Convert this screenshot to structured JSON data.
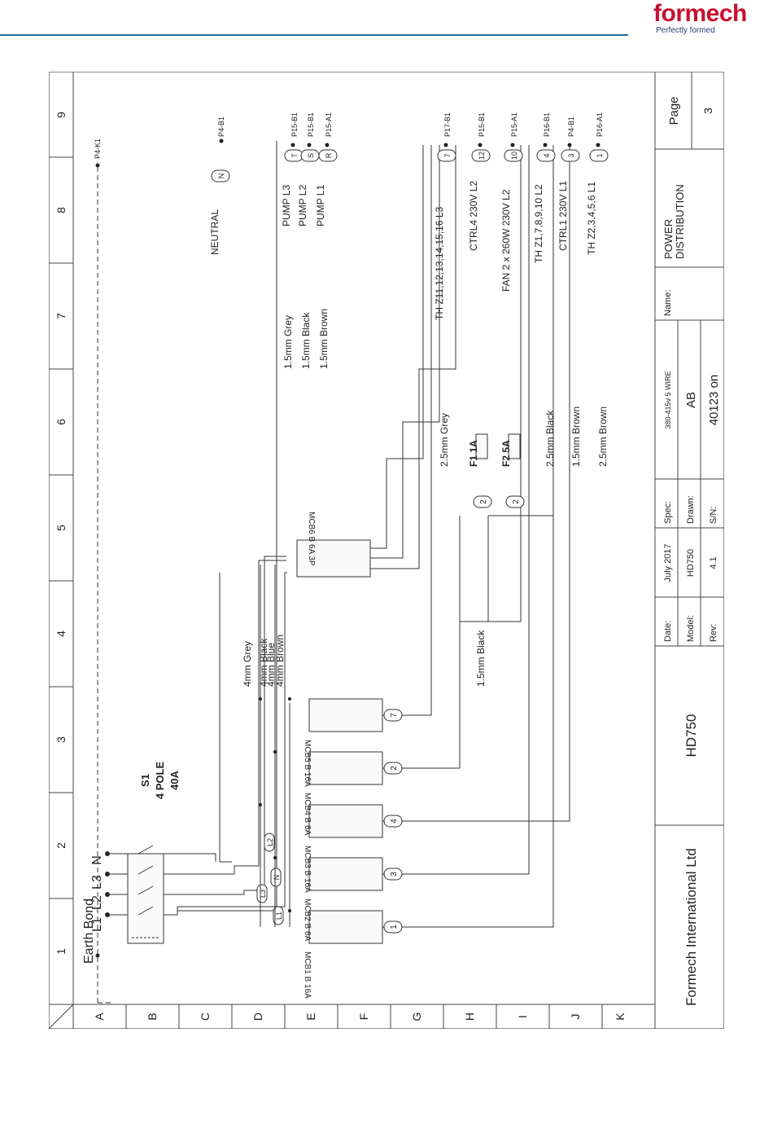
{
  "header": {
    "logo_text": "formech",
    "tagline": "Perfectly formed",
    "brand_color": "#c8102e",
    "rule_color": "#1f6fa8"
  },
  "grid": {
    "columns": [
      "1",
      "2",
      "3",
      "4",
      "5",
      "6",
      "7",
      "8",
      "9"
    ],
    "rows": [
      "A",
      "B",
      "C",
      "D",
      "E",
      "F",
      "G",
      "H",
      "I",
      "J",
      "K"
    ]
  },
  "switch": {
    "name": "S1",
    "desc": "4 POLE",
    "rating": "40A",
    "inputs": [
      "L1",
      "L2",
      "L3",
      "N"
    ]
  },
  "phase_tags": [
    "L1",
    "L2",
    "L3",
    "N"
  ],
  "feeds": [
    {
      "label": "4mm Blue"
    },
    {
      "label": "4mm Grey"
    },
    {
      "label": "4mm Black"
    },
    {
      "label": "4mm Brown"
    }
  ],
  "earth": {
    "label": "Earth Bond",
    "ref": "P4-K1"
  },
  "breakers": [
    {
      "label": "MCB1 B 16A",
      "wire": "1"
    },
    {
      "label": "MCB2 B 6A",
      "wire": "3"
    },
    {
      "label": "MCB3 B 16A",
      "wire": "4"
    },
    {
      "label": "MCB4 B 6A",
      "wire": "2"
    },
    {
      "label": "MCB5 B 16A",
      "wire": "7"
    }
  ],
  "mcb6": {
    "label": "MCB6 B 6A 3P"
  },
  "fuses": [
    {
      "label": "F1 1A",
      "wire": "2"
    },
    {
      "label": "F2 5A",
      "wire": "2"
    }
  ],
  "wires": [
    {
      "label": "1.5mm Grey"
    },
    {
      "label": "1.5mm Black"
    },
    {
      "label": "1.5mm Brown"
    },
    {
      "label": "2.5mm Grey"
    },
    {
      "label": "1.5mm Black"
    },
    {
      "label": "2.5mm Black"
    },
    {
      "label": "1.5mm Brown"
    },
    {
      "label": "2.5mm Brown"
    }
  ],
  "outputs": [
    {
      "desc": "NEUTRAL",
      "tag": "N",
      "ref": "P4-B1"
    },
    {
      "desc": "PUMP L3",
      "tag": "T",
      "ref": "P15-B1"
    },
    {
      "desc": "PUMP L2",
      "tag": "S",
      "ref": "P15-B1"
    },
    {
      "desc": "PUMP L1",
      "tag": "R",
      "ref": "P15-A1"
    },
    {
      "desc": "TH Z11,12,13,14,15,16 L3",
      "tag": "7",
      "ref": "P17-B1"
    },
    {
      "desc": "CTRL4 230V L2",
      "tag": "12",
      "ref": "P15-B1"
    },
    {
      "desc": "FAN 2 x 260W 230V L2",
      "tag": "10",
      "ref": "P15-A1"
    },
    {
      "desc": "TH Z1,7,8,9,10 L2",
      "tag": "4",
      "ref": "P16-B1"
    },
    {
      "desc": "CTRL1 230V L1",
      "tag": "3",
      "ref": "P4-B1"
    },
    {
      "desc": "TH Z2,3,4,5,6 L1",
      "tag": "1",
      "ref": "P16-A1"
    }
  ],
  "titleblock": {
    "company": "Formech International Ltd",
    "model_big": "HD750",
    "date_label": "Date:",
    "date": "July 2017",
    "model_label": "Model:",
    "model": "HD750",
    "rev_label": "Rev:",
    "rev": "4.1",
    "spec_label": "Spec:",
    "spec": "380-415v 5 WIRE",
    "drawn_label": "Drawn:",
    "drawn": "AB",
    "sn_label": "S/N:",
    "sn": "40123 on",
    "name_label": "Name:",
    "name1": "POWER",
    "name2": "DISTRIBUTION",
    "page_label": "Page",
    "page": "3"
  }
}
